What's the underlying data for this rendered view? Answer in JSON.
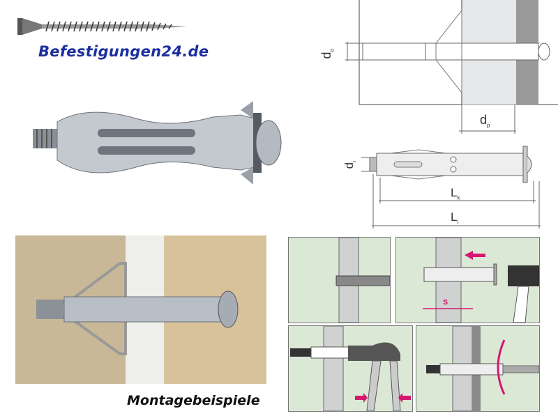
{
  "logo": {
    "text": "Befestigungen24.de"
  },
  "caption": "Montagebeispiele",
  "diagram_top": {
    "d0_label": "d",
    "d0_sub": "o",
    "dp_label": "d",
    "dp_sub": "p"
  },
  "diagram_dims": {
    "d1_label": "d",
    "d1_sub": "i",
    "lk_label": "L",
    "lk_sub": "k",
    "ll_label": "L",
    "ll_sub": "l"
  },
  "steps": {
    "s_label": "s"
  },
  "colors": {
    "logo_blue": "#1c2fa0",
    "panel_green": "#dce8d6",
    "arrow_magenta": "#d6166f"
  }
}
